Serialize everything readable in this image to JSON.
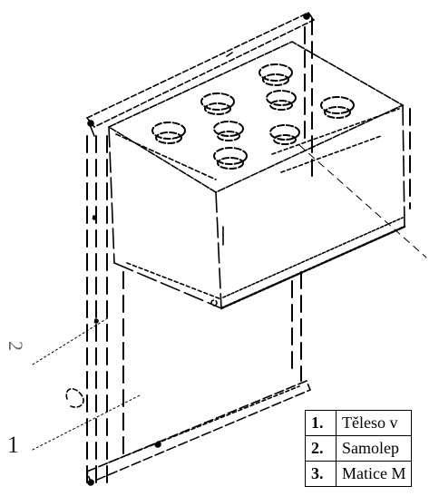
{
  "callouts": {
    "one": "1",
    "two": "2"
  },
  "legend": {
    "rows": [
      {
        "num": "1.",
        "text": "Těleso v"
      },
      {
        "num": "2.",
        "text": "Samolep"
      },
      {
        "num": "3.",
        "text": "Matice M"
      }
    ]
  },
  "colors": {
    "line": "#000000",
    "background": "#ffffff"
  }
}
